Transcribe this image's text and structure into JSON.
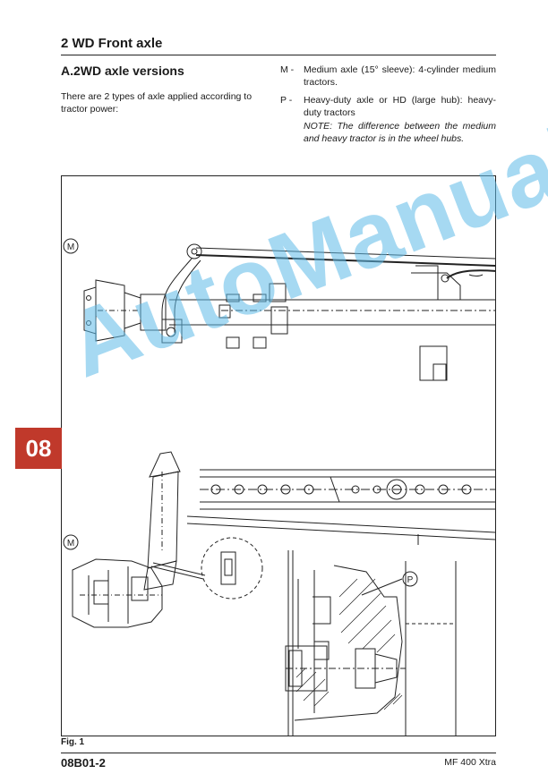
{
  "header": {
    "title": "2 WD Front axle",
    "subheading": "A.2WD axle versions"
  },
  "intro": "There are 2 types of axle applied according to tractor power:",
  "versions": [
    {
      "code": "M -",
      "description": "Medium axle (15° sleeve): 4-cylinder medium tractors."
    },
    {
      "code": "P -",
      "description": "Heavy-duty axle or HD (large hub): heavy-duty tractors"
    }
  ],
  "note": "NOTE: The difference between the medium and heavy tractor is in the wheel hubs.",
  "figure": {
    "callouts": {
      "m_top": "M",
      "m_bottom": "M",
      "p": "P"
    },
    "caption": "Fig. 1"
  },
  "tab": "08",
  "watermark": "AutoManual",
  "footer": {
    "page_code": "08B01-2",
    "model": "MF 400 Xtra"
  }
}
